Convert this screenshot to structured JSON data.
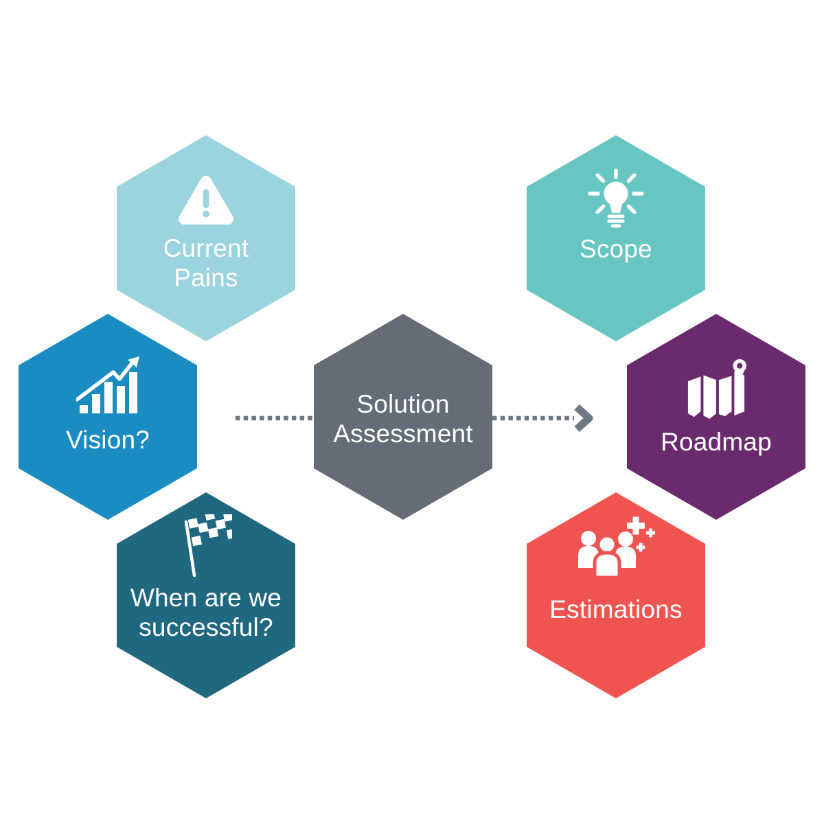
{
  "text_color": "#ffffff",
  "icon_color": "#ffffff",
  "background": "#ffffff",
  "hexagons": [
    {
      "id": "current-pains",
      "color": "#9bd3df",
      "icon": "warning-triangle-icon",
      "lines": [
        "Current",
        "Pains"
      ]
    },
    {
      "id": "vision",
      "color": "#1a8cc2",
      "icon": "growth-chart-icon",
      "lines": [
        "Vision?"
      ]
    },
    {
      "id": "when-are-we-successful",
      "color": "#206880",
      "icon": "checkered-flag-icon",
      "lines": [
        "When are we",
        "successful?"
      ]
    },
    {
      "id": "solution-assessment",
      "color": "#636c77",
      "icon": null,
      "lines": [
        "Solution",
        "Assessment"
      ]
    },
    {
      "id": "scope",
      "color": "#67c6c1",
      "icon": "lightbulb-icon",
      "lines": [
        "Scope"
      ]
    },
    {
      "id": "roadmap",
      "color": "#6a2a6e",
      "icon": "map-pin-icon",
      "lines": [
        "Roadmap"
      ]
    },
    {
      "id": "estimations",
      "color": "#f05450",
      "icon": "people-plus-icon",
      "lines": [
        "Estimations"
      ]
    }
  ],
  "connectors": {
    "color": "#6e7883",
    "left_connector": "dotted-line",
    "right_connector": "dotted-arrow-right"
  }
}
